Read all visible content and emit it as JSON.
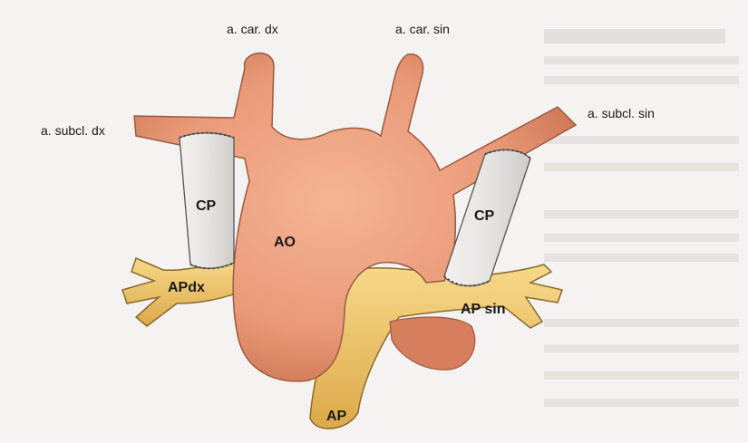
{
  "labels": {
    "car_dx": "a. car. dx",
    "car_sin": "a. car. sin",
    "subcl_dx": "a. subcl. dx",
    "subcl_sin": "a. subcl. sin",
    "cp_left": "CP",
    "cp_right": "CP",
    "ao": "AO",
    "ap_dx": "APdx",
    "ap_sin": "AP sin",
    "ap": "AP"
  },
  "colors": {
    "aorta": "#e99a78",
    "aorta_shade": "#d27a5a",
    "pulmonary": "#f2c96a",
    "pulmonary_shade": "#d9a444",
    "conduit": "#e4e3df",
    "stroke": "#6b4a3a"
  }
}
